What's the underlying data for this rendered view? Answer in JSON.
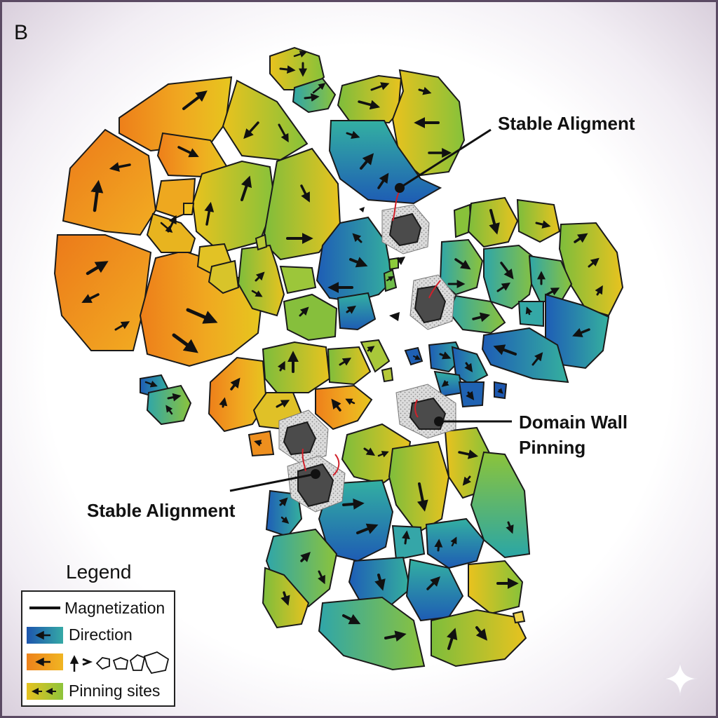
{
  "figure": {
    "panel_letter": "B",
    "callouts": {
      "stable_top": "Stable Aligment",
      "pinning_line1": "Domain Wall",
      "pinning_line2": "Pinning",
      "stable_bottom": "Stable Alignment"
    }
  },
  "legend": {
    "title": "Legend",
    "items": [
      {
        "label": "Magnetization"
      },
      {
        "label": "Direction"
      },
      {
        "label": ""
      },
      {
        "label": "Pinning sites"
      }
    ]
  },
  "colors": {
    "blue": "#1f5fb0",
    "teal": "#2aa3a8",
    "green": "#7cbf3c",
    "yellow": "#e2c420",
    "orange": "#ee8b1c",
    "pinning_site": "#555555",
    "pinning_halo": "#d8d8d8",
    "domain_wall_trace": "#d0202a",
    "outline": "#1a1a1a"
  },
  "icons": [
    "magnetization-arrow-icon",
    "pinning-site-icon",
    "sparkle-icon"
  ]
}
